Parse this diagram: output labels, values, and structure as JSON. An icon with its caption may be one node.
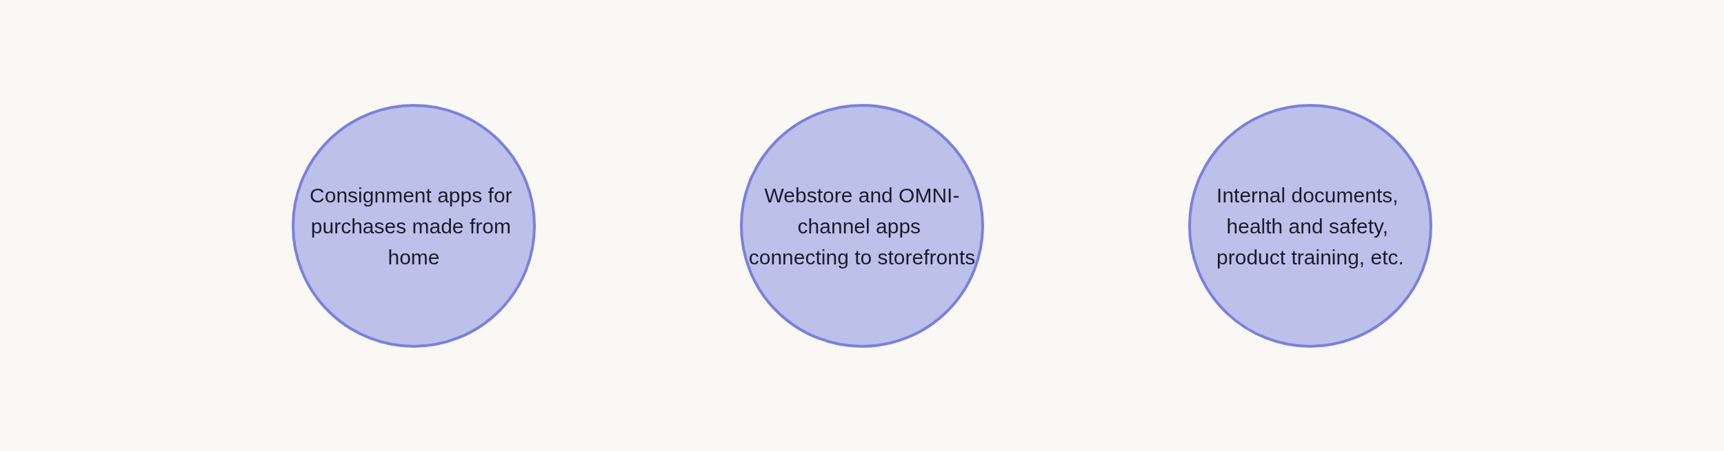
{
  "diagram": {
    "nodes": [
      {
        "text": [
          "Consignment apps for purchases made from home"
        ]
      },
      {
        "text": [
          "Webstore and OMNI-channel apps connecting to storefronts"
        ]
      },
      {
        "text": [
          "Internal documents, health and safety, product training, etc."
        ]
      }
    ]
  }
}
